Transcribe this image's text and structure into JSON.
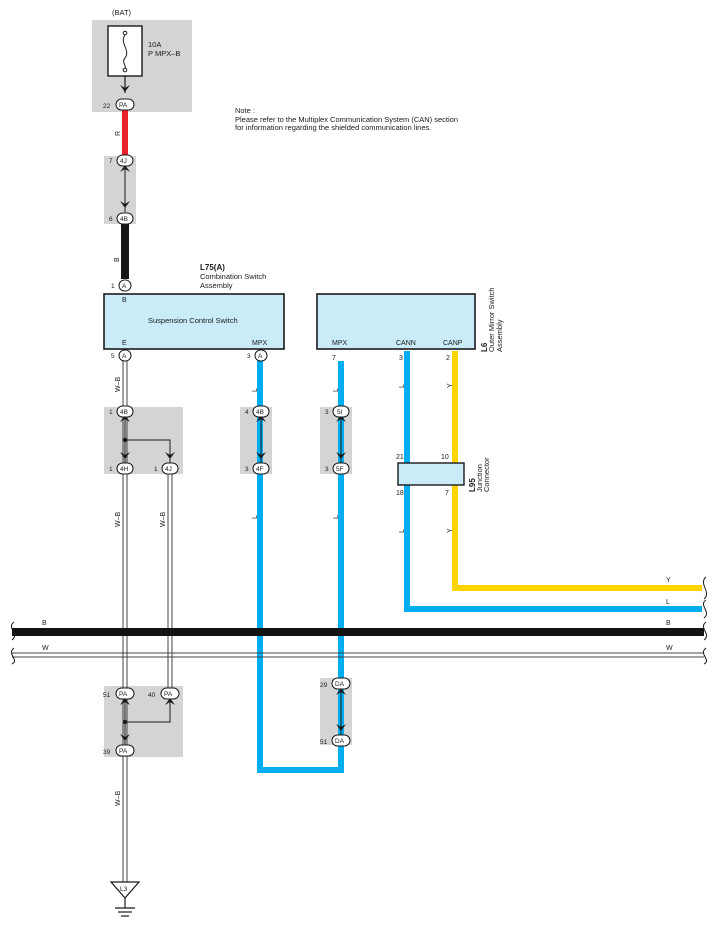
{
  "colors": {
    "red": "#e8202a",
    "black": "#141414",
    "blue": "#00aeef",
    "yellow": "#ffd400",
    "white_stroke": "#555555",
    "splice_bg": "#d4d4d4",
    "component_fill": "#c9ecf8"
  },
  "note": {
    "heading": "Note :",
    "line1": "Please refer to the Multiplex Communication System (CAN) section",
    "line2": "for information regarding the shielded communication lines."
  },
  "fuse": {
    "source": "(BAT)",
    "rating": "10A",
    "name": "P MPX–B"
  },
  "connectors": {
    "pa22": {
      "pin": "22",
      "code": "PA"
    },
    "j4j_top": {
      "pin": "7",
      "code": "4J"
    },
    "j4b_top": {
      "pin": "6",
      "code": "4B"
    },
    "a1": {
      "pin": "1",
      "code": "A"
    },
    "a5": {
      "pin": "5",
      "code": "A"
    },
    "a3": {
      "pin": "3",
      "code": "A"
    },
    "c4b_1": {
      "pin": "1",
      "code": "4B"
    },
    "c4h_1": {
      "pin": "1",
      "code": "4H"
    },
    "c4j_1": {
      "pin": "1",
      "code": "4J"
    },
    "c4b_4": {
      "pin": "4",
      "code": "4B"
    },
    "c4f_3": {
      "pin": "3",
      "code": "4F"
    },
    "c5i_3": {
      "pin": "3",
      "code": "5I"
    },
    "c5f_3": {
      "pin": "3",
      "code": "5F"
    },
    "pa51": {
      "pin": "51",
      "code": "PA"
    },
    "pa40": {
      "pin": "40",
      "code": "PA"
    },
    "pa39": {
      "pin": "39",
      "code": "PA"
    },
    "da29": {
      "pin": "29",
      "code": "DA"
    },
    "da51": {
      "pin": "51",
      "code": "DA"
    }
  },
  "components": {
    "combination_switch": {
      "id": "L75(A)",
      "name1": "Combination Switch",
      "name2": "Assembly",
      "inner": "Suspension Control Switch",
      "pin_b": "B",
      "pin_e": "E",
      "pin_mpx": "MPX"
    },
    "outer_mirror": {
      "id": "L6",
      "name1": "Outer Mirror Switch",
      "name2": "Assembly",
      "pin_mpx": "MPX",
      "pin_cann": "CANN",
      "pin_canp": "CANP",
      "pin_mpx_no": "7",
      "pin_cann_no": "3",
      "pin_canp_no": "2"
    },
    "junction": {
      "id": "L95",
      "name1": "Junction",
      "name2": "Connector",
      "p21": "21",
      "p10": "10",
      "p18": "18",
      "p7": "7"
    },
    "ground": {
      "id": "L3"
    }
  },
  "wire_labels": {
    "r": "R",
    "b": "B",
    "wb": "W–B",
    "l": "L",
    "y": "Y",
    "w": "W"
  }
}
